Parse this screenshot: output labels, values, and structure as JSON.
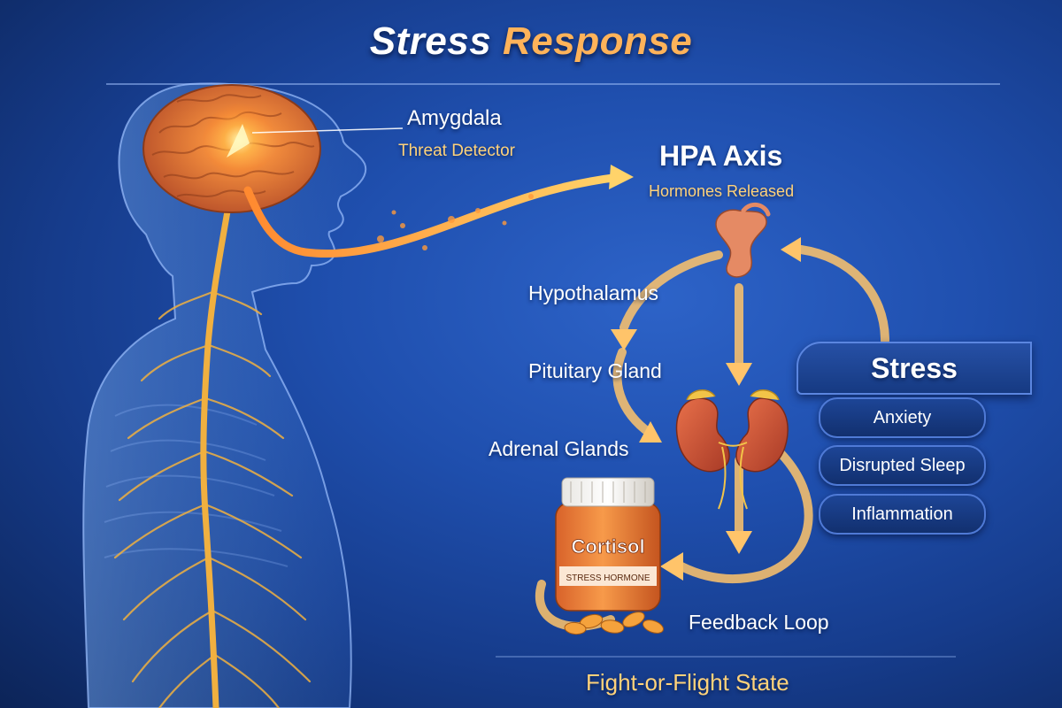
{
  "title": {
    "part1": "Stress",
    "part2": "Response"
  },
  "amygdala": {
    "name": "Amygdala",
    "subtitle": "Threat Detector"
  },
  "hpa_axis": {
    "title": "HPA Axis",
    "subtitle": "Hormones Released"
  },
  "pathway": {
    "hypothalamus": "Hypothalamus",
    "pituitary": "Pituitary Gland",
    "adrenal": "Adrenal Glands"
  },
  "cortisol": {
    "label": "Cortisol",
    "band": "STRESS HORMONE"
  },
  "feedback": "Feedback Loop",
  "stress_panel": {
    "heading": "Stress",
    "effects": [
      "Anxiety",
      "Disrupted Sleep",
      "Inflammation"
    ]
  },
  "footer": "Fight-or-Flight State",
  "colors": {
    "accent_orange": "#ffb35a",
    "label_gold": "#ffd27a",
    "background_blue": "#1f4fae",
    "nerve_gold": "#f0b040"
  }
}
